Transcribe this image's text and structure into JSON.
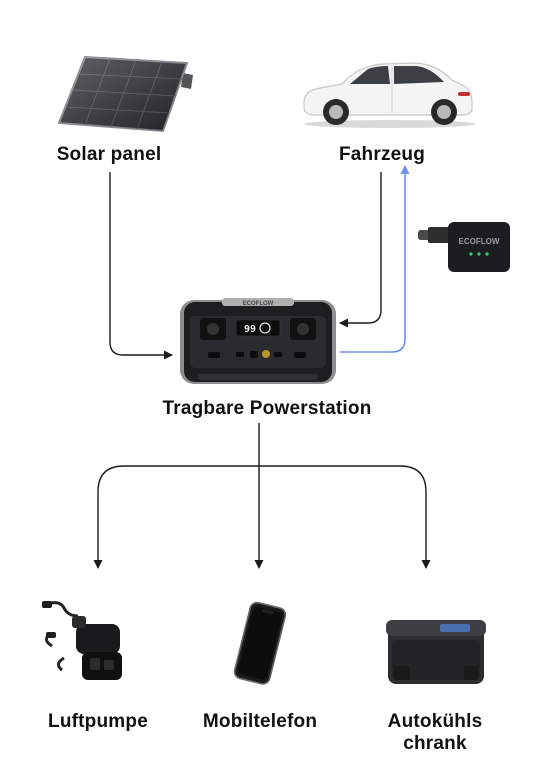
{
  "nodes": {
    "solar_panel": "Solar panel",
    "vehicle": "Fahrzeug",
    "power_station": "Tragbare Powerstation",
    "air_pump": "Luftpumpe",
    "mobile_phone": "Mobiltelefon",
    "fridge_line1": "Autokühls",
    "fridge_line2": "chrank"
  },
  "brand_marks": {
    "charger": "ECOFLOW",
    "station": "ECOFLOW",
    "station_display": "99"
  },
  "colors": {
    "arrow": "#1a1a1a",
    "charge_arrow": "#6f8ff0"
  }
}
